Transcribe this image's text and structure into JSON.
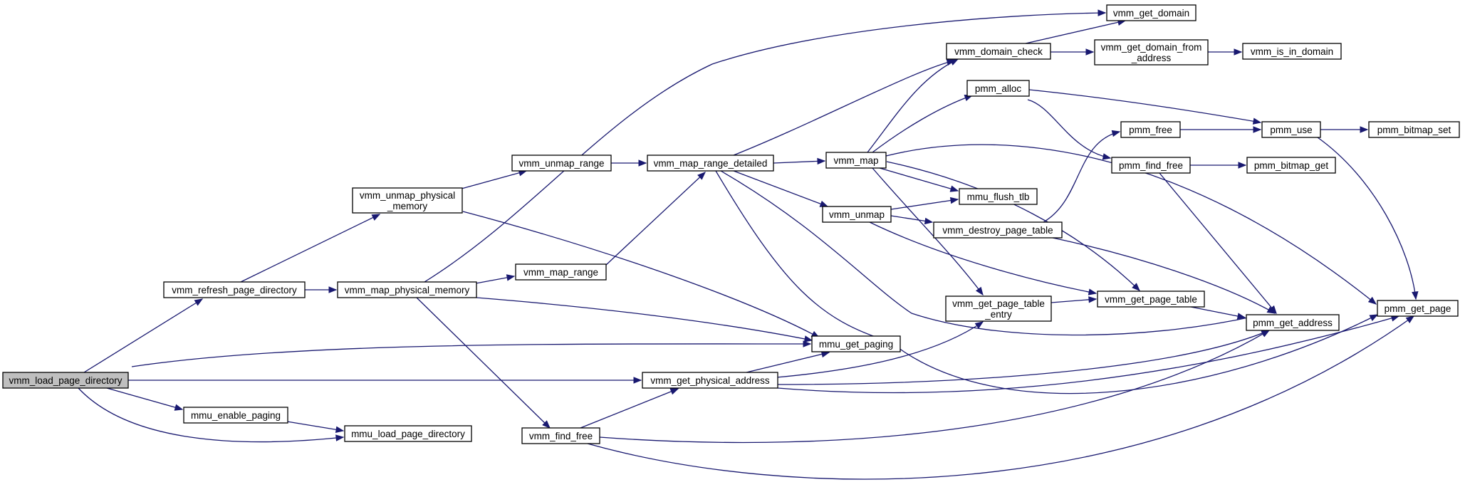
{
  "graph": {
    "nodes": [
      {
        "id": "vmm_load_page_directory",
        "lines": [
          "vmm_load_page_directory"
        ],
        "root": true
      },
      {
        "id": "vmm_refresh_page_directory",
        "lines": [
          "vmm_refresh_page_directory"
        ]
      },
      {
        "id": "vmm_unmap_physical_memory",
        "lines": [
          "vmm_unmap_physical",
          "_memory"
        ]
      },
      {
        "id": "vmm_map_physical_memory",
        "lines": [
          "vmm_map_physical_memory"
        ]
      },
      {
        "id": "mmu_enable_paging",
        "lines": [
          "mmu_enable_paging"
        ]
      },
      {
        "id": "mmu_load_page_directory",
        "lines": [
          "mmu_load_page_directory"
        ]
      },
      {
        "id": "vmm_unmap_range",
        "lines": [
          "vmm_unmap_range"
        ]
      },
      {
        "id": "vmm_map_range",
        "lines": [
          "vmm_map_range"
        ]
      },
      {
        "id": "vmm_find_free",
        "lines": [
          "vmm_find_free"
        ]
      },
      {
        "id": "vmm_map_range_detailed",
        "lines": [
          "vmm_map_range_detailed"
        ]
      },
      {
        "id": "vmm_get_physical_address",
        "lines": [
          "vmm_get_physical_address"
        ]
      },
      {
        "id": "mmu_get_paging",
        "lines": [
          "mmu_get_paging"
        ]
      },
      {
        "id": "vmm_map",
        "lines": [
          "vmm_map"
        ]
      },
      {
        "id": "vmm_unmap",
        "lines": [
          "vmm_unmap"
        ]
      },
      {
        "id": "vmm_domain_check",
        "lines": [
          "vmm_domain_check"
        ]
      },
      {
        "id": "pmm_alloc",
        "lines": [
          "pmm_alloc"
        ]
      },
      {
        "id": "mmu_flush_tlb",
        "lines": [
          "mmu_flush_tlb"
        ]
      },
      {
        "id": "vmm_destroy_page_table",
        "lines": [
          "vmm_destroy_page_table"
        ]
      },
      {
        "id": "vmm_get_page_table_entry",
        "lines": [
          "vmm_get_page_table",
          "_entry"
        ]
      },
      {
        "id": "vmm_get_domain",
        "lines": [
          "vmm_get_domain"
        ]
      },
      {
        "id": "vmm_get_domain_from_address",
        "lines": [
          "vmm_get_domain_from",
          "_address"
        ]
      },
      {
        "id": "pmm_free",
        "lines": [
          "pmm_free"
        ]
      },
      {
        "id": "pmm_find_free",
        "lines": [
          "pmm_find_free"
        ]
      },
      {
        "id": "vmm_get_page_table",
        "lines": [
          "vmm_get_page_table"
        ]
      },
      {
        "id": "vmm_is_in_domain",
        "lines": [
          "vmm_is_in_domain"
        ]
      },
      {
        "id": "pmm_use",
        "lines": [
          "pmm_use"
        ]
      },
      {
        "id": "pmm_bitmap_get",
        "lines": [
          "pmm_bitmap_get"
        ]
      },
      {
        "id": "pmm_get_address",
        "lines": [
          "pmm_get_address"
        ]
      },
      {
        "id": "pmm_bitmap_set",
        "lines": [
          "pmm_bitmap_set"
        ]
      },
      {
        "id": "pmm_get_page",
        "lines": [
          "pmm_get_page"
        ]
      }
    ],
    "edges": [
      {
        "from": "vmm_load_page_directory",
        "to": "vmm_refresh_page_directory"
      },
      {
        "from": "vmm_load_page_directory",
        "to": "mmu_get_paging"
      },
      {
        "from": "vmm_load_page_directory",
        "to": "vmm_get_physical_address"
      },
      {
        "from": "vmm_load_page_directory",
        "to": "mmu_enable_paging"
      },
      {
        "from": "vmm_load_page_directory",
        "to": "mmu_load_page_directory"
      },
      {
        "from": "vmm_refresh_page_directory",
        "to": "vmm_unmap_physical_memory"
      },
      {
        "from": "vmm_refresh_page_directory",
        "to": "vmm_map_physical_memory"
      },
      {
        "from": "vmm_unmap_physical_memory",
        "to": "vmm_unmap_range"
      },
      {
        "from": "vmm_unmap_physical_memory",
        "to": "mmu_get_paging"
      },
      {
        "from": "vmm_map_physical_memory",
        "to": "vmm_get_domain"
      },
      {
        "from": "vmm_map_physical_memory",
        "to": "vmm_map_range"
      },
      {
        "from": "vmm_map_physical_memory",
        "to": "mmu_get_paging"
      },
      {
        "from": "vmm_map_physical_memory",
        "to": "vmm_find_free"
      },
      {
        "from": "mmu_enable_paging",
        "to": "mmu_load_page_directory"
      },
      {
        "from": "vmm_unmap_range",
        "to": "vmm_map_range_detailed"
      },
      {
        "from": "vmm_map_range",
        "to": "vmm_map_range_detailed"
      },
      {
        "from": "vmm_find_free",
        "to": "vmm_get_physical_address"
      },
      {
        "from": "vmm_find_free",
        "to": "pmm_get_address"
      },
      {
        "from": "vmm_find_free",
        "to": "pmm_get_page"
      },
      {
        "from": "vmm_map_range_detailed",
        "to": "vmm_domain_check"
      },
      {
        "from": "vmm_map_range_detailed",
        "to": "vmm_map"
      },
      {
        "from": "vmm_map_range_detailed",
        "to": "vmm_unmap"
      },
      {
        "from": "vmm_map_range_detailed",
        "to": "pmm_get_address"
      },
      {
        "from": "vmm_map_range_detailed",
        "to": "pmm_get_page"
      },
      {
        "from": "vmm_get_physical_address",
        "to": "mmu_get_paging"
      },
      {
        "from": "vmm_get_physical_address",
        "to": "vmm_get_page_table_entry"
      },
      {
        "from": "vmm_get_physical_address",
        "to": "pmm_get_address"
      },
      {
        "from": "vmm_get_physical_address",
        "to": "pmm_get_page"
      },
      {
        "from": "vmm_map",
        "to": "vmm_domain_check"
      },
      {
        "from": "vmm_map",
        "to": "pmm_alloc"
      },
      {
        "from": "vmm_map",
        "to": "mmu_flush_tlb"
      },
      {
        "from": "vmm_map",
        "to": "vmm_get_page_table_entry"
      },
      {
        "from": "vmm_map",
        "to": "vmm_get_page_table"
      },
      {
        "from": "vmm_map",
        "to": "pmm_get_page"
      },
      {
        "from": "vmm_unmap",
        "to": "mmu_flush_tlb"
      },
      {
        "from": "vmm_unmap",
        "to": "vmm_destroy_page_table"
      },
      {
        "from": "vmm_unmap",
        "to": "vmm_get_page_table"
      },
      {
        "from": "vmm_domain_check",
        "to": "vmm_get_domain"
      },
      {
        "from": "vmm_domain_check",
        "to": "vmm_get_domain_from_address"
      },
      {
        "from": "vmm_get_domain_from_address",
        "to": "vmm_is_in_domain"
      },
      {
        "from": "pmm_alloc",
        "to": "pmm_use"
      },
      {
        "from": "pmm_alloc",
        "to": "pmm_find_free"
      },
      {
        "from": "vmm_destroy_page_table",
        "to": "pmm_free"
      },
      {
        "from": "vmm_destroy_page_table",
        "to": "pmm_get_address"
      },
      {
        "from": "vmm_get_page_table_entry",
        "to": "vmm_get_page_table"
      },
      {
        "from": "vmm_get_page_table",
        "to": "pmm_get_address"
      },
      {
        "from": "pmm_free",
        "to": "pmm_use"
      },
      {
        "from": "pmm_find_free",
        "to": "pmm_bitmap_get"
      },
      {
        "from": "pmm_find_free",
        "to": "pmm_get_address"
      },
      {
        "from": "pmm_use",
        "to": "pmm_bitmap_set"
      },
      {
        "from": "pmm_use",
        "to": "pmm_get_page"
      }
    ]
  }
}
